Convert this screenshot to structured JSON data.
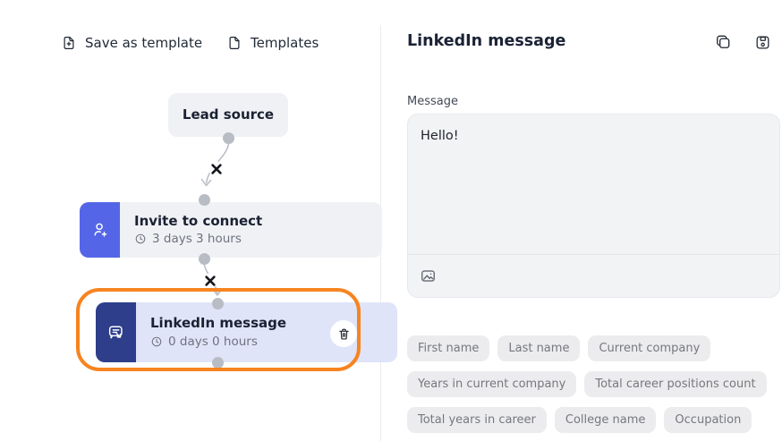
{
  "toolbar": {
    "save_as_template_label": "Save as template",
    "templates_label": "Templates"
  },
  "flow": {
    "nodes": [
      {
        "id": "lead-source",
        "title": "Lead source"
      },
      {
        "id": "invite-to-connect",
        "title": "Invite to connect",
        "delay": "3 days 3 hours",
        "icon": "person-plus-icon"
      },
      {
        "id": "linkedin-message",
        "title": "LinkedIn message",
        "delay": "0 days 0 hours",
        "icon": "message-arrow-icon",
        "selected": true
      }
    ],
    "connector_remove_icon": "x-icon"
  },
  "panel": {
    "title": "LinkedIn message",
    "actions": [
      {
        "icon": "copy-icon"
      },
      {
        "icon": "save-icon"
      }
    ],
    "message": {
      "label": "Message",
      "value": "Hello!",
      "attach_icon": "image-icon"
    },
    "variables": [
      "First name",
      "Last name",
      "Current company",
      "Years in current company",
      "Total career positions count",
      "Total years in career",
      "College name",
      "Occupation"
    ]
  },
  "colors": {
    "accent_orange": "#f68420",
    "node_blue": "#5466e7",
    "node_navy": "#2e3e8b",
    "selected_node_bg": "#e0e4f8",
    "node_gray_bg": "#f0f1f4",
    "chip_bg": "#ececee",
    "text_dark": "#1b2336",
    "text_muted": "#6e7380",
    "connector_gray": "#b8bcc4"
  }
}
